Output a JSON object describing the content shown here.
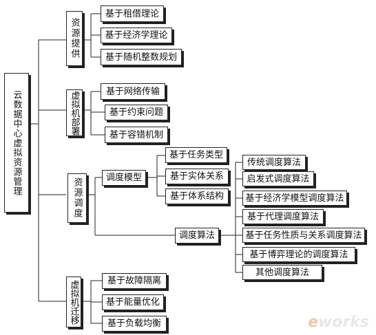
{
  "diagram": {
    "root": "云数据中心虚拟资源管理",
    "categories": [
      {
        "label": "资源提供",
        "items": [
          "基于租借理论",
          "基于经济学理论",
          "基于随机整数规划"
        ]
      },
      {
        "label": "虚拟机部署",
        "items": [
          "基于网络传输",
          "基于约束问题",
          "基于容错机制"
        ]
      },
      {
        "label": "资源调度",
        "model": {
          "label": "调度模型",
          "items": [
            "基于任务类型",
            "基于实体关系",
            "基于体系结构"
          ]
        },
        "algorithm": {
          "label": "调度算法",
          "items": [
            "传统调度算法",
            "启发式调度算法",
            "基于经济学模型调度算法",
            "基于代理调度算法",
            "基于任务性质与关系调度算法",
            "基于博弈理论的调度算法",
            "其他调度算法"
          ]
        }
      },
      {
        "label": "虚拟机迁移",
        "items": [
          "基于故障隔离",
          "基于能量优化",
          "基于负载均衡"
        ]
      }
    ]
  },
  "watermark": {
    "brand_e": "e",
    "brand_rest": "works"
  }
}
